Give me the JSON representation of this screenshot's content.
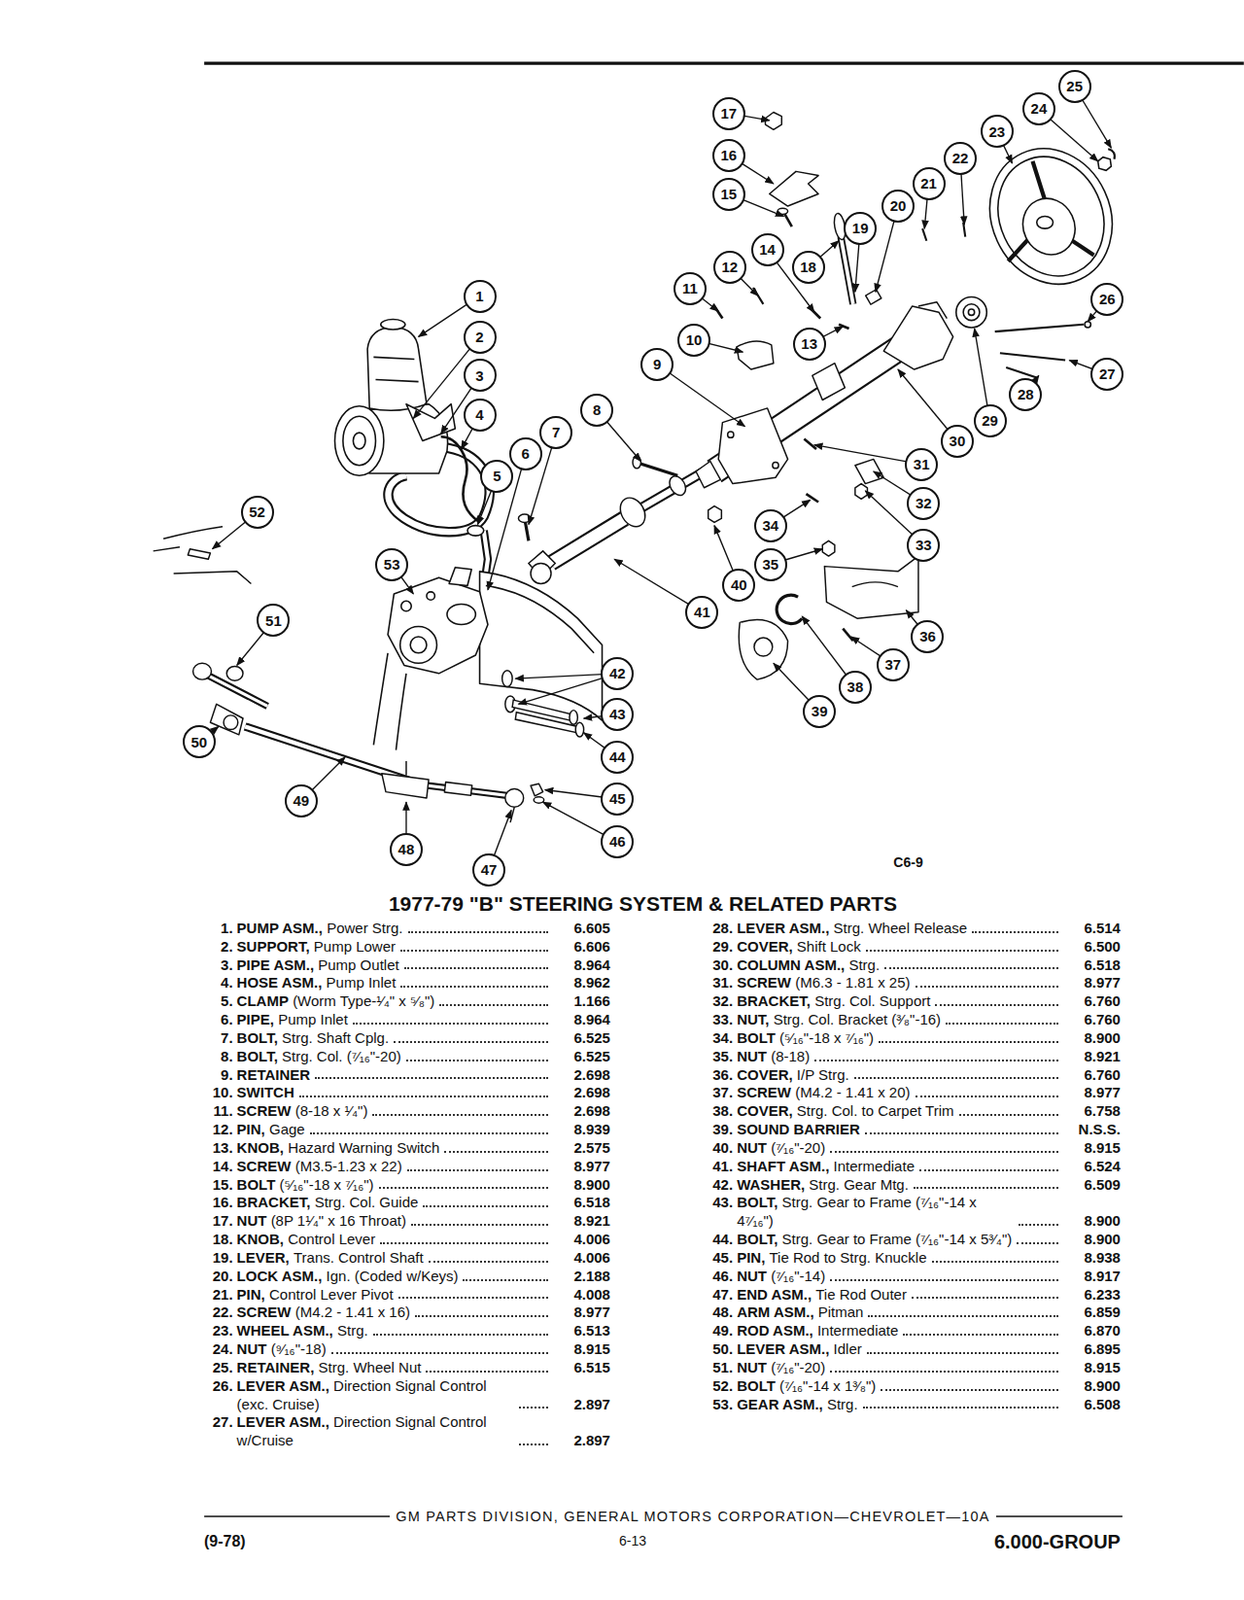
{
  "diagram": {
    "title": "1977-79 \"B\" STEERING SYSTEM & RELATED PARTS",
    "nodes": [
      {
        "text": [
          "1"
        ]
      },
      {
        "text": [
          "2"
        ]
      },
      {
        "text": [
          "3"
        ]
      },
      {
        "text": [
          "4"
        ]
      },
      {
        "text": [
          "5"
        ]
      },
      {
        "text": [
          "6"
        ]
      },
      {
        "text": [
          "7"
        ]
      },
      {
        "text": [
          "8"
        ]
      },
      {
        "text": [
          "9"
        ]
      },
      {
        "text": [
          "10"
        ]
      },
      {
        "text": [
          "11"
        ]
      },
      {
        "text": [
          "12"
        ]
      },
      {
        "text": [
          "13"
        ]
      },
      {
        "text": [
          "14"
        ]
      },
      {
        "text": [
          "15"
        ]
      },
      {
        "text": [
          "16"
        ]
      },
      {
        "text": [
          "17"
        ]
      },
      {
        "text": [
          "18"
        ]
      },
      {
        "text": [
          "19"
        ]
      },
      {
        "text": [
          "20"
        ]
      },
      {
        "text": [
          "21"
        ]
      },
      {
        "text": [
          "22"
        ]
      },
      {
        "text": [
          "23"
        ]
      },
      {
        "text": [
          "24"
        ]
      },
      {
        "text": [
          "25"
        ]
      },
      {
        "text": [
          "26"
        ]
      },
      {
        "text": [
          "27"
        ]
      },
      {
        "text": [
          "28"
        ]
      },
      {
        "text": [
          "29"
        ]
      },
      {
        "text": [
          "30"
        ]
      },
      {
        "text": [
          "31"
        ]
      },
      {
        "text": [
          "32"
        ]
      },
      {
        "text": [
          "33"
        ]
      },
      {
        "text": [
          "34"
        ]
      },
      {
        "text": [
          "35"
        ]
      },
      {
        "text": [
          "36"
        ]
      },
      {
        "text": [
          "37"
        ]
      },
      {
        "text": [
          "38"
        ]
      },
      {
        "text": [
          "39"
        ]
      },
      {
        "text": [
          "40"
        ]
      },
      {
        "text": [
          "41"
        ]
      },
      {
        "text": [
          "42"
        ]
      },
      {
        "text": [
          "43"
        ]
      },
      {
        "text": [
          "44"
        ]
      },
      {
        "text": [
          "45"
        ]
      },
      {
        "text": [
          "46"
        ]
      },
      {
        "text": [
          "47"
        ]
      },
      {
        "text": [
          "48"
        ]
      },
      {
        "text": [
          "49"
        ]
      },
      {
        "text": [
          "50"
        ]
      },
      {
        "text": [
          "51"
        ]
      },
      {
        "text": [
          "52"
        ]
      },
      {
        "text": [
          "53"
        ]
      }
    ],
    "labels": [
      "C6-9",
      "1.",
      "PUMP ASM.,",
      "Power Strg.",
      "6.605",
      "2.",
      "SUPPORT,",
      "Pump Lower",
      "6.606",
      "3.",
      "PIPE ASM.,",
      "Pump Outlet",
      "8.964",
      "4.",
      "HOSE ASM.,",
      "Pump Inlet",
      "8.962",
      "5.",
      "CLAMP",
      "(Worm Type-¹⁄₄\" x ⁵⁄₈\")",
      "1.166",
      "6.",
      "PIPE,",
      "Pump Inlet",
      "8.964",
      "7.",
      "BOLT,",
      "Strg. Shaft Cplg.",
      "6.525",
      "8.",
      "BOLT,",
      "Strg. Col. (⁷⁄₁₆\"-20)",
      "6.525",
      "9.",
      "RETAINER",
      "2.698",
      "10.",
      "SWITCH",
      "2.698",
      "11.",
      "SCREW",
      "(8-18 x ¹⁄₄\")",
      "2.698",
      "12.",
      "PIN,",
      "Gage",
      "8.939",
      "13.",
      "KNOB,",
      "Hazard Warning Switch",
      "2.575",
      "14.",
      "SCREW",
      "(M3.5-1.23 x 22)",
      "8.977",
      "15.",
      "BOLT",
      "(⁵⁄₁₆\"-18 x ⁷⁄₁₆\")",
      "8.900",
      "16.",
      "BRACKET,",
      "Strg. Col. Guide",
      "6.518",
      "17.",
      "NUT",
      "(8P 1¹⁄₄\" x 16 Throat)",
      "8.921",
      "18.",
      "KNOB,",
      "Control Lever",
      "4.006",
      "19.",
      "LEVER,",
      "Trans. Control Shaft",
      "4.006",
      "20.",
      "LOCK ASM.,",
      "Ign. (Coded w/Keys)",
      "2.188",
      "21.",
      "PIN,",
      "Control Lever Pivot",
      "4.008",
      "22.",
      "SCREW",
      "(M4.2 - 1.41 x 16)",
      "8.977",
      "23.",
      "WHEEL ASM.,",
      "Strg.",
      "6.513",
      "24.",
      "NUT",
      "(⁹⁄₁₆\"-18)",
      "8.915",
      "25.",
      "RETAINER,",
      "Strg. Wheel Nut",
      "6.515",
      "26.",
      "LEVER ASM.,",
      "Direction Signal Control (exc. Cruise)",
      "2.897",
      "27.",
      "LEVER ASM.,",
      "Direction Signal Control w/Cruise",
      "2.897",
      "28.",
      "LEVER ASM.,",
      "Strg. Wheel Release",
      "6.514",
      "29.",
      "COVER,",
      "Shift Lock",
      "6.500",
      "30.",
      "COLUMN ASM.,",
      "Strg.",
      "6.518",
      "31.",
      "SCREW",
      "(M6.3 - 1.81 x 25)",
      "8.977",
      "32.",
      "BRACKET,",
      "Strg. Col. Support",
      "6.760",
      "33.",
      "NUT,",
      "Strg. Col. Bracket (³⁄₈\"-16)",
      "6.760",
      "34.",
      "BOLT",
      "(⁵⁄₁₆\"-18 x ⁷⁄₁₆\")",
      "8.900",
      "35.",
      "NUT",
      "(8-18)",
      "8.921",
      "36.",
      "COVER,",
      "I/P Strg.",
      "6.760",
      "37.",
      "SCREW",
      "(M4.2 - 1.41 x 20)",
      "8.977",
      "38.",
      "COVER,",
      "Strg. Col. to Carpet Trim",
      "6.758",
      "39.",
      "SOUND BARRIER",
      "N.S.S.",
      "40.",
      "NUT",
      "(⁷⁄₁₆\"-20)",
      "8.915",
      "41.",
      "SHAFT ASM.,",
      "Intermediate",
      "6.524",
      "42.",
      "WASHER,",
      "Strg. Gear Mtg.",
      "6.509",
      "43.",
      "BOLT,",
      "Strg. Gear to Frame (⁷⁄₁₆\"-14 x 4⁷⁄₁₆\")",
      "8.900",
      "44.",
      "BOLT,",
      "Strg. Gear to Frame (⁷⁄₁₆\"-14 x 5³⁄₄\")",
      "8.900",
      "45.",
      "PIN,",
      "Tie Rod to Strg. Knuckle",
      "8.938",
      "46.",
      "NUT",
      "(⁷⁄₁₆\"-14)",
      "8.917",
      "47.",
      "END ASM.,",
      "Tie Rod Outer",
      "6.233",
      "48.",
      "ARM ASM.,",
      "Pitman",
      "6.859",
      "49.",
      "ROD ASM.,",
      "Intermediate",
      "6.870",
      "50.",
      "LEVER ASM.,",
      "Idler",
      "6.895",
      "51.",
      "NUT",
      "(⁷⁄₁₆\"-20)",
      "8.915",
      "52.",
      "BOLT",
      "(⁷⁄₁₆\"-14 x 1³⁄₈\")",
      "8.900",
      "53.",
      "GEAR ASM.,",
      "Strg.",
      "6.508",
      "GM PARTS DIVISION, GENERAL MOTORS CORPORATION—CHEVROLET—10A",
      "(9-78)",
      "6-13",
      "6.000-GROUP"
    ]
  }
}
